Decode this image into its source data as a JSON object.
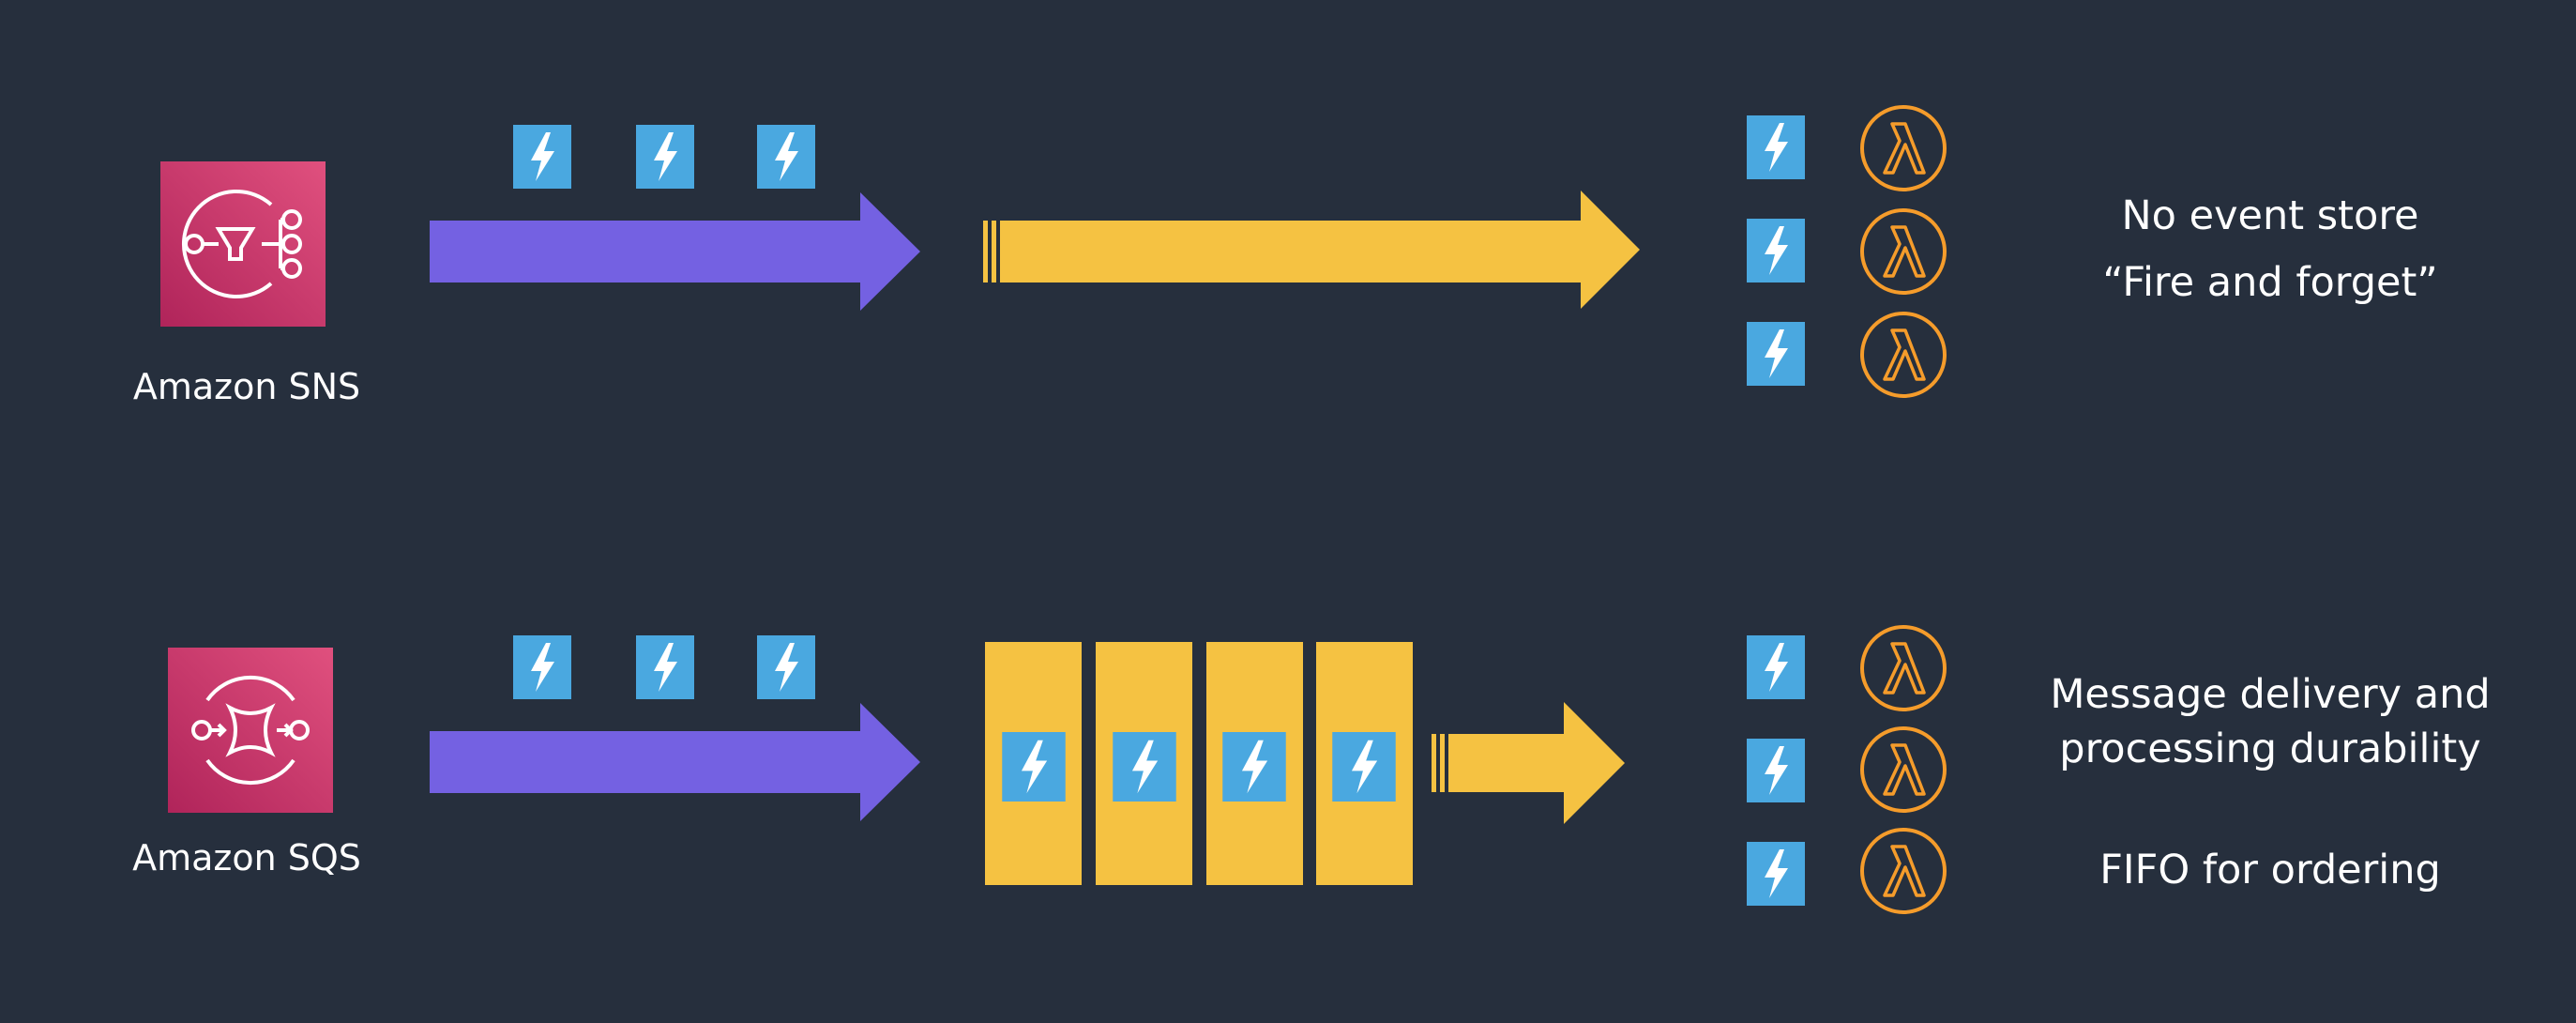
{
  "rows": [
    {
      "service_label": "Amazon SNS",
      "notes": [
        "No event store",
        "“Fire and forget”"
      ]
    },
    {
      "service_label": "Amazon SQS",
      "notes": [
        "Message delivery and processing durability",
        "FIFO for ordering"
      ]
    }
  ],
  "icons": {
    "sns": "sns-topic-icon",
    "sqs": "sqs-queue-icon",
    "event": "lightning-event-icon",
    "consumer": "lambda-icon"
  },
  "colors": {
    "background": "#262f3d",
    "service": "#c9326a",
    "publish_arrow": "#7461e2",
    "delivery_arrow": "#f5c242",
    "event": "#4aa8e0",
    "lambda": "#f59c2b"
  }
}
